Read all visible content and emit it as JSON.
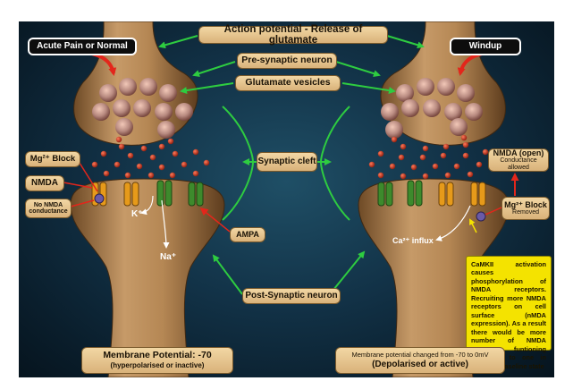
{
  "labels": {
    "action_potential": "Action potential - Release of glutamate",
    "acute_pain": "Acute Pain or Normal",
    "windup": "Windup",
    "pre_synaptic": "Pre-synaptic neuron",
    "vesicles": "Glutamate vesicles",
    "synaptic_cleft": "Synaptic cleft",
    "mg_block": "Mg²⁺ Block",
    "nmda": "NMDA",
    "no_nmda": "No NMDA conductance",
    "ampa": "AMPA",
    "nmda_open_title": "NMDA (open)",
    "nmda_open_sub": "Conductance allowed",
    "mg_block_removed_title": "Mg²⁺ Block",
    "mg_block_removed_sub": "Removed",
    "post_synaptic": "Post-Synaptic neuron",
    "k_ion": "K⁺",
    "na_ion": "Na⁺",
    "ca_influx": "Ca²⁺ influx",
    "membrane_left_title": "Membrane Potential: -70",
    "membrane_left_sub": "(hyperpolarised or inactive)",
    "membrane_right_title": "Membrane potential changed from -70 to 0mV",
    "membrane_right_sub": "(Depolarised or active)",
    "camkii_note": "CaMKII activation causes phosphorylation of NMDA receptors. Recruiting more NMDA receptors on cell surface (nMDA expression). As a result there would be more number of NMDA receptors funtioning compared to one in previous baseline state"
  },
  "colors": {
    "background": "#123247",
    "neuron": "#b98a5a",
    "label_fill": "#e8c690",
    "yellow_note": "#f4e300",
    "arrow_green": "#2ecc40",
    "arrow_red": "#e3261b",
    "receptor_orange": "#e69a1a",
    "receptor_green": "#3d8a2c",
    "vesicle_red": "#b0301f"
  },
  "icons": [
    "neuron-terminal",
    "vesicle",
    "glutamate-dot",
    "nmda-receptor",
    "ampa-receptor",
    "magnesium-ion"
  ]
}
